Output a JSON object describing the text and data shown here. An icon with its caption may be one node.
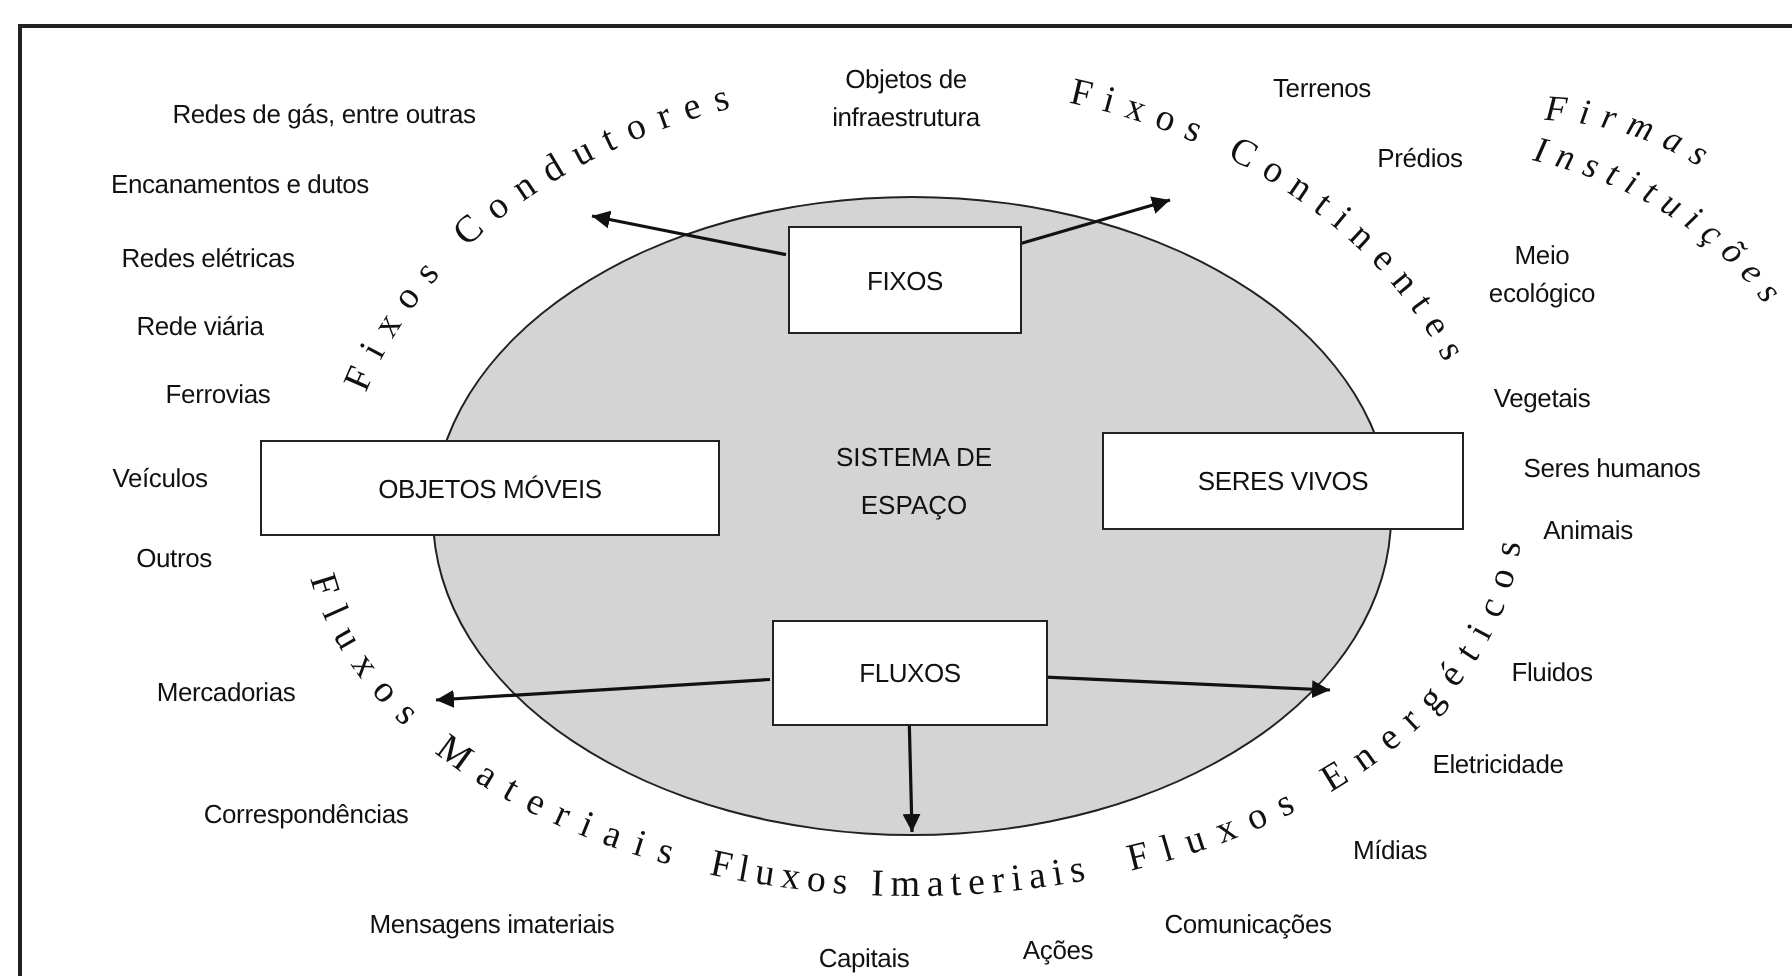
{
  "diagram": {
    "nodes": [
      {
        "text": [
          "SISTEMA DE ESPAÇO"
        ]
      },
      {
        "text": [
          "FIXOS"
        ],
        "in": 0
      },
      {
        "text": [
          "OBJETOS MÓVEIS"
        ]
      },
      {
        "text": [
          "SERES VIVOS"
        ]
      },
      {
        "text": [
          "FLUXOS"
        ],
        "in": 0
      },
      {
        "text": [
          "Fixos Condutores"
        ]
      },
      {
        "text": [
          "Fixos Continentes"
        ]
      },
      {
        "text": [
          "Fluxos Materiais"
        ]
      },
      {
        "text": [
          "Fluxos Imateriais"
        ]
      },
      {
        "text": [
          "Fluxos Energéticos"
        ]
      }
    ],
    "edges": [
      {
        "from": 1,
        "to": 5,
        "arrow": "to"
      },
      {
        "from": 1,
        "to": 6,
        "arrow": "to"
      },
      {
        "from": 4,
        "to": 7,
        "arrow": "to"
      },
      {
        "from": 4,
        "to": 8,
        "arrow": "to"
      },
      {
        "from": 4,
        "to": 9,
        "arrow": "to"
      }
    ],
    "labels": [
      "Objetos de infraestrutura",
      "Terrenos",
      "Redes de gás, entre outras",
      "Firmas",
      "Prédios",
      "Instituições",
      "Encanamentos e dutos",
      "Redes elétricas",
      "Meio ecológico",
      "Rede viária",
      "Ferrovias",
      "Vegetais",
      "Seres humanos",
      "Veículos",
      "Animais",
      "Outros",
      "Fluidos",
      "Mercadorias",
      "Eletricidade",
      "Correspondências",
      "Mídias",
      "Mensagens imateriais",
      "Comunicações",
      "Ações",
      "Capitais"
    ]
  }
}
